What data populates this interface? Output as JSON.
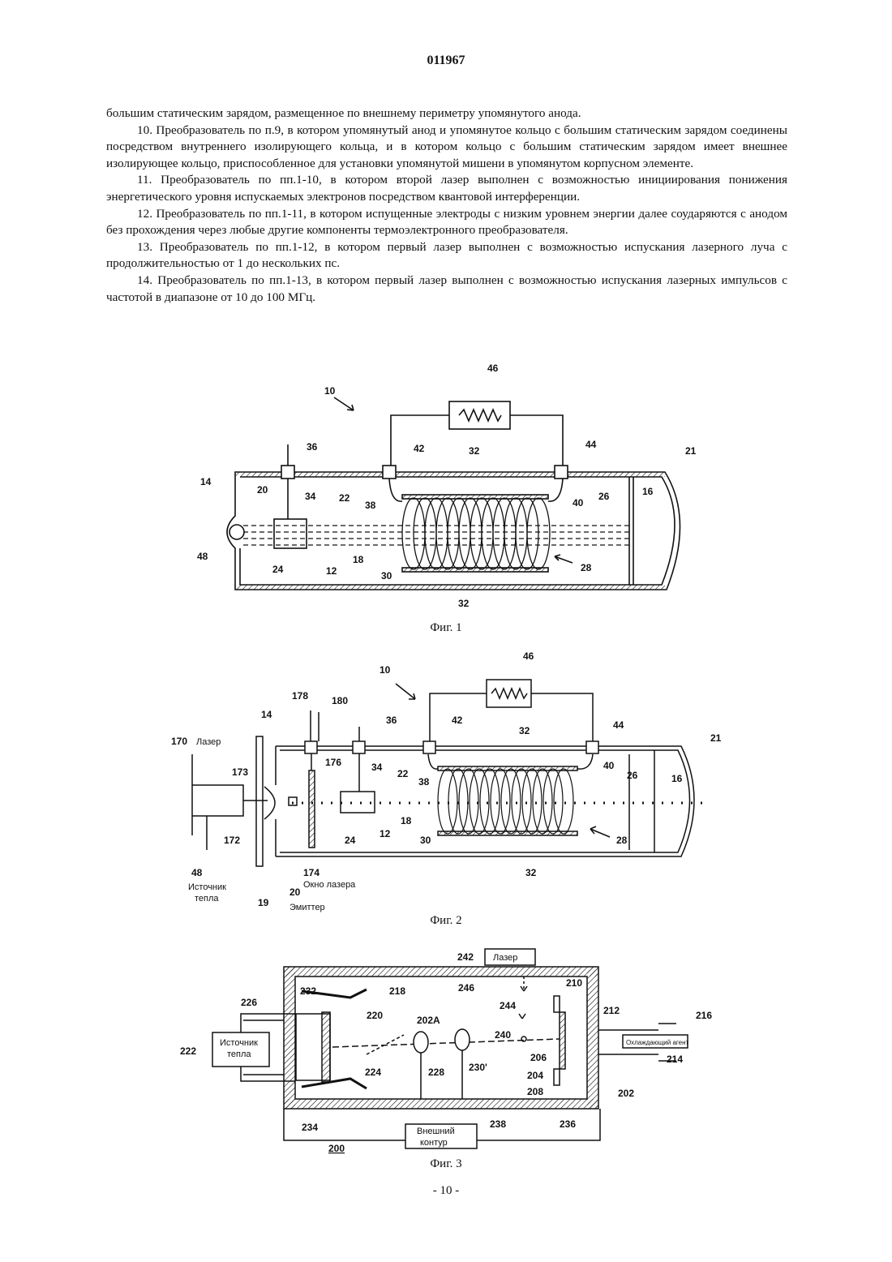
{
  "header": {
    "doc_number": "011967"
  },
  "paragraphs": [
    "большим статическим зарядом, размещенное по внешнему периметру упомянутого анода.",
    "10. Преобразователь по п.9, в котором упомянутый анод и упомянутое кольцо с большим статическим зарядом соединены посредством внутреннего изолирующего кольца, и в котором кольцо с большим статическим зарядом имеет внешнее изолирующее кольцо, приспособленное для установки упомянутой мишени в упомянутом корпусном элементе.",
    "11. Преобразователь по пп.1-10, в котором второй лазер выполнен с возможностью инициирования понижения энергетического уровня испускаемых электронов посредством квантовой интерференции.",
    "12. Преобразователь по пп.1-11, в котором испущенные электроды с низким уровнем энергии далее соударяются с анодом без прохождения через любые другие компоненты термоэлектронного преобразователя.",
    "13. Преобразователь по пп.1-12, в котором первый лазер выполнен с возможностью испускания лазерного луча с продолжительностью от 1 до нескольких пс.",
    "14. Преобразователь по пп.1-13, в котором первый лазер выполнен с возможностью испускания лазерных импульсов с частотой в диапазоне от 10 до 100 МГц."
  ],
  "fig1": {
    "caption": "Фиг. 1",
    "labels": {
      "l10": "10",
      "l46": "46",
      "l36": "36",
      "l42": "42",
      "l32a": "32",
      "l44": "44",
      "l21": "21",
      "l14": "14",
      "l20": "20",
      "l34": "34",
      "l22": "22",
      "l38": "38",
      "l40": "40",
      "l26": "26",
      "l16": "16",
      "l48": "48",
      "l24": "24",
      "l18": "18",
      "l12": "12",
      "l30": "30",
      "l28": "28",
      "l32b": "32"
    }
  },
  "fig2": {
    "caption": "Фиг. 2",
    "labels": {
      "l10": "10",
      "l46": "46",
      "l178": "178",
      "l180": "180",
      "l36": "36",
      "l42": "42",
      "l32a": "32",
      "l44": "44",
      "l21": "21",
      "l14": "14",
      "l170": "170",
      "laser": "Лазер",
      "l173": "173",
      "l176": "176",
      "l34": "34",
      "l22": "22",
      "l38": "38",
      "l40": "40",
      "l26": "26",
      "l16": "16",
      "l18": "18",
      "l24": "24",
      "l12": "12",
      "l30": "30",
      "l28": "28",
      "l172": "172",
      "l174": "174",
      "window": "Окно лазера",
      "l32b": "32",
      "l48": "48",
      "heat1": "Источник",
      "heat2": "тепла",
      "l20": "20",
      "emitter": "Эмиттер",
      "l19": "19"
    }
  },
  "fig3": {
    "caption": "Фиг. 3",
    "labels": {
      "l242": "242",
      "laser": "Лазер",
      "l246": "246",
      "l210": "210",
      "l232": "232",
      "l218": "218",
      "l226": "226",
      "l220": "220",
      "l202A": "202A",
      "l244": "244",
      "l212": "212",
      "l216": "216",
      "l222": "222",
      "heat1": "Источник",
      "heat2": "тепла",
      "l240": "240",
      "coolant": "Охлаждающий агент",
      "l206": "206",
      "l214": "214",
      "l224": "224",
      "l228": "228",
      "l230": "230'",
      "l204": "204",
      "l208": "208",
      "l202": "202",
      "l234": "234",
      "ext1": "Внешний",
      "ext2": "контур",
      "l238": "238",
      "l236": "236",
      "l200": "200"
    }
  },
  "footer": {
    "page": "- 10 -"
  }
}
